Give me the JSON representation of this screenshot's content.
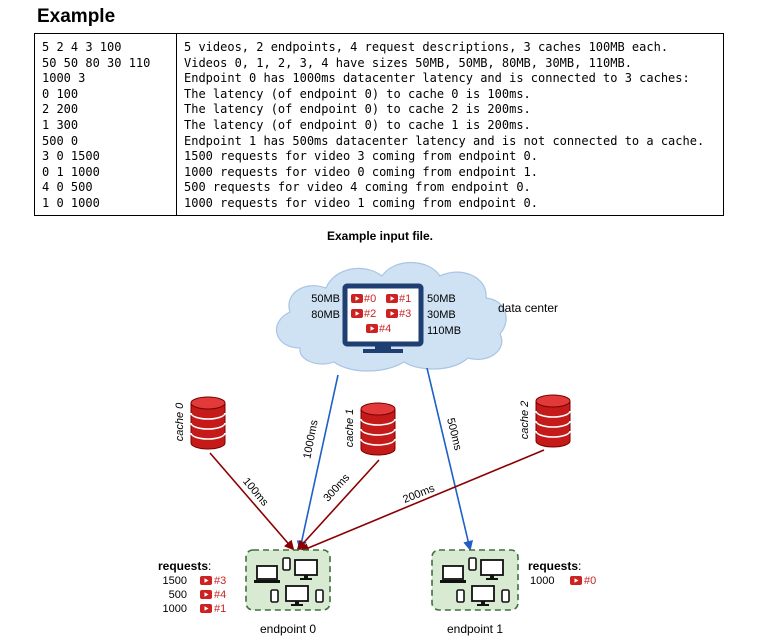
{
  "heading": "Example",
  "example_table": [
    {
      "input": "5 2 4 3 100",
      "description": "5 videos, 2 endpoints, 4 request descriptions, 3 caches 100MB each."
    },
    {
      "input": "50 50 80 30 110",
      "description": "Videos 0, 1, 2, 3, 4 have sizes 50MB, 50MB, 80MB, 30MB, 110MB."
    },
    {
      "input": "1000 3",
      "description": "Endpoint 0 has 1000ms datacenter latency and is connected to 3 caches:"
    },
    {
      "input": "0 100",
      "description": "The latency (of endpoint 0) to cache 0 is 100ms."
    },
    {
      "input": "2 200",
      "description": "The latency (of endpoint 0) to cache 2 is 200ms."
    },
    {
      "input": "1 300",
      "description": "The latency (of endpoint 0) to cache 1 is 200ms."
    },
    {
      "input": "500 0",
      "description": "Endpoint 1 has 500ms datacenter latency and is not connected to a cache."
    },
    {
      "input": "3 0 1500",
      "description": "1500 requests for video 3 coming from endpoint 0."
    },
    {
      "input": "0 1 1000",
      "description": "1000 requests for video 0 coming from endpoint 1."
    },
    {
      "input": "4 0 500",
      "description": "500 requests for video 4 coming from endpoint 0."
    },
    {
      "input": "1 0 1000",
      "description": "1000 requests for video 1 coming from endpoint 0."
    }
  ],
  "caption": "Example input file.",
  "diagram": {
    "data_center_label": "data center",
    "video_sizes_left": [
      "50MB",
      "80MB"
    ],
    "video_sizes_right": [
      "50MB",
      "30MB",
      "110MB"
    ],
    "videos": [
      "#0",
      "#1",
      "#2",
      "#3",
      "#4"
    ],
    "caches": [
      "cache 0",
      "cache 1",
      "cache 2"
    ],
    "latencies": {
      "endpoint0_dc": "1000ms",
      "endpoint1_dc": "500ms",
      "cache0": "100ms",
      "cache1": "300ms",
      "cache2": "200ms"
    },
    "endpoints": [
      "endpoint 0",
      "endpoint 1"
    ],
    "requests_label": "requests",
    "endpoint0_requests": [
      {
        "count": "1500",
        "video": "#3"
      },
      {
        "count": "500",
        "video": "#4"
      },
      {
        "count": "1000",
        "video": "#1"
      }
    ],
    "endpoint1_requests": [
      {
        "count": "1000",
        "video": "#0"
      }
    ],
    "colors": {
      "cloud_fill": "#cfe2f3",
      "monitor": "#1f3f72",
      "video_red": "#cc2222",
      "datacenter_line": "#1f5fc7",
      "cache_line": "#8b0000",
      "cache_fill": "#c41a1a",
      "endpoint_fill": "#d9ead3",
      "endpoint_border": "#3f6f3f"
    }
  }
}
